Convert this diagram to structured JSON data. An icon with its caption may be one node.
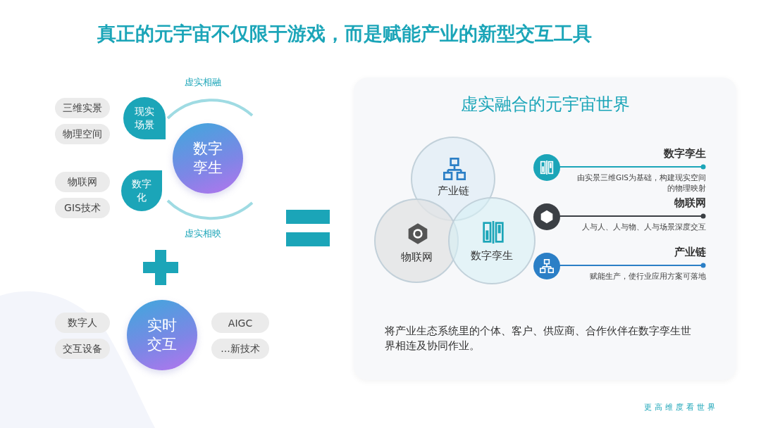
{
  "diagram": {
    "title": "真正的元宇宙不仅限于游戏，而是赋能产业的新型交互工具",
    "nodes": [
      {
        "text": [
          "三维实景"
        ]
      },
      {
        "text": [
          "物理空间"
        ]
      },
      {
        "text": [
          "现实场景"
        ]
      },
      {
        "text": [
          "物联网"
        ]
      },
      {
        "text": [
          "GIS技术"
        ]
      },
      {
        "text": [
          "数字化"
        ]
      },
      {
        "text": [
          "数字孪生"
        ]
      },
      {
        "text": [
          "数字人"
        ]
      },
      {
        "text": [
          "交互设备"
        ]
      },
      {
        "text": [
          "实时交互"
        ]
      },
      {
        "text": [
          "AIGC"
        ]
      },
      {
        "text": [
          "...新技术"
        ]
      },
      {
        "text": [
          "虚实融合的元宇宙世界",
          "将产业生态系统里的个体、客户、供应商、合作伙伴在数字孪生世界相连及协同作业。"
        ]
      },
      {
        "text": [
          "产业链"
        ],
        "in": 12
      },
      {
        "text": [
          "物联网"
        ],
        "in": 12
      },
      {
        "text": [
          "数字孪生"
        ],
        "in": 12
      },
      {
        "text": [
          "数字孪生",
          "由实景三维GIS为基础，构建现实空间的物理映射"
        ],
        "in": 12
      },
      {
        "text": [
          "物联网",
          "人与人、人与物、人与场景深度交互"
        ],
        "in": 12
      },
      {
        "text": [
          "产业链",
          "赋能生产，使行业应用方案可落地"
        ],
        "in": 12
      }
    ],
    "labels": [
      "虚实相融",
      "虚实相映",
      "更高维度看世界"
    ]
  }
}
